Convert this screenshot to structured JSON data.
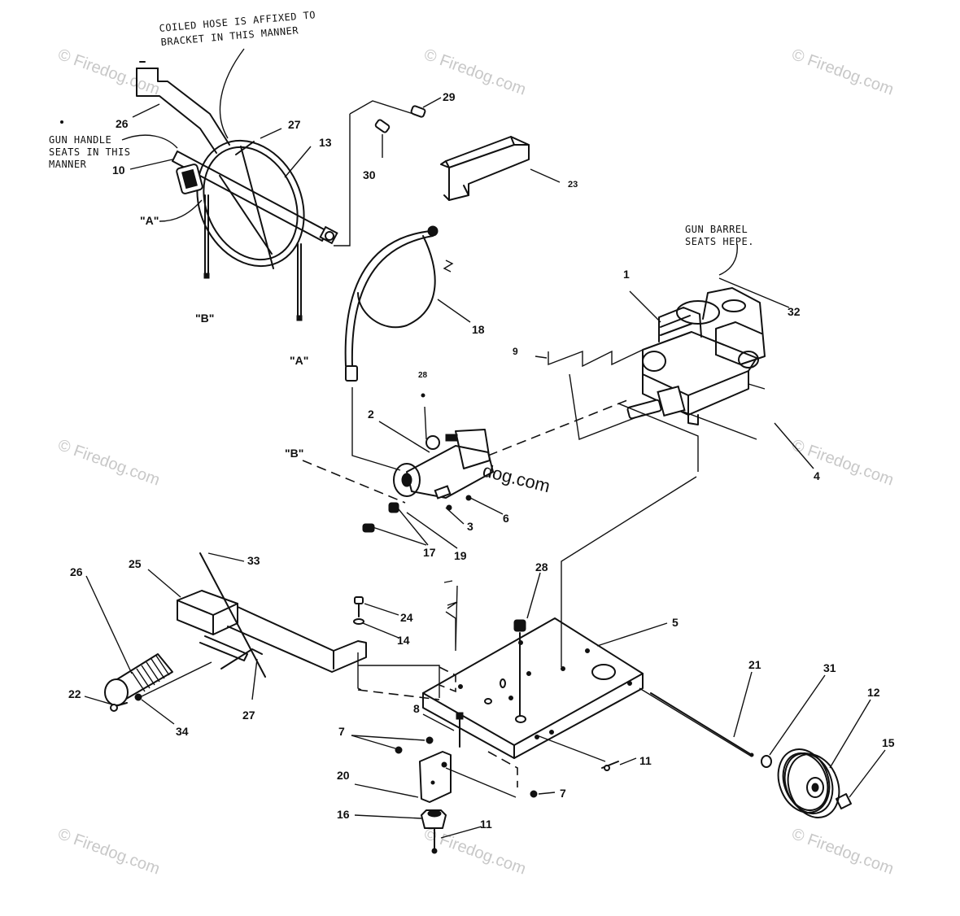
{
  "notes": {
    "coiled_hose_line1": "COILED HOSE IS AFFIXED TO",
    "coiled_hose_line2": "BRACKET IN THIS MANNER",
    "gun_handle_line1": "GUN HANDLE",
    "gun_handle_line2": "SEATS IN THIS",
    "gun_handle_line3": "MANNER",
    "gun_barrel_line1": "GUN BARREL",
    "gun_barrel_line2": "SEATS HEPE."
  },
  "callouts": {
    "p1": "1",
    "p2": "2",
    "p3": "3",
    "p4": "4",
    "p5": "5",
    "p6": "6",
    "p7a": "7",
    "p7b": "7",
    "p8": "8",
    "p9": "9",
    "p10": "10",
    "p11a": "11",
    "p11b": "11",
    "p12": "12",
    "p13": "13",
    "p14": "14",
    "p15": "15",
    "p16": "16",
    "p17": "17",
    "p18": "18",
    "p19": "19",
    "p20": "20",
    "p21": "21",
    "p22": "22",
    "p23": "23",
    "p24": "24",
    "p25": "25",
    "p26a": "26",
    "p26b": "26",
    "p27a": "27",
    "p27b": "27",
    "p28a": "28",
    "p28b": "28",
    "p29": "29",
    "p30": "30",
    "p31": "31",
    "p32": "32",
    "p33": "33",
    "p34": "34"
  },
  "connectors": {
    "a1": "\"A\"",
    "a2": "\"A\"",
    "b1": "\"B\"",
    "b2": "\"B\""
  },
  "watermark": {
    "text": "© Firedog.com",
    "partial": "dog.com"
  }
}
